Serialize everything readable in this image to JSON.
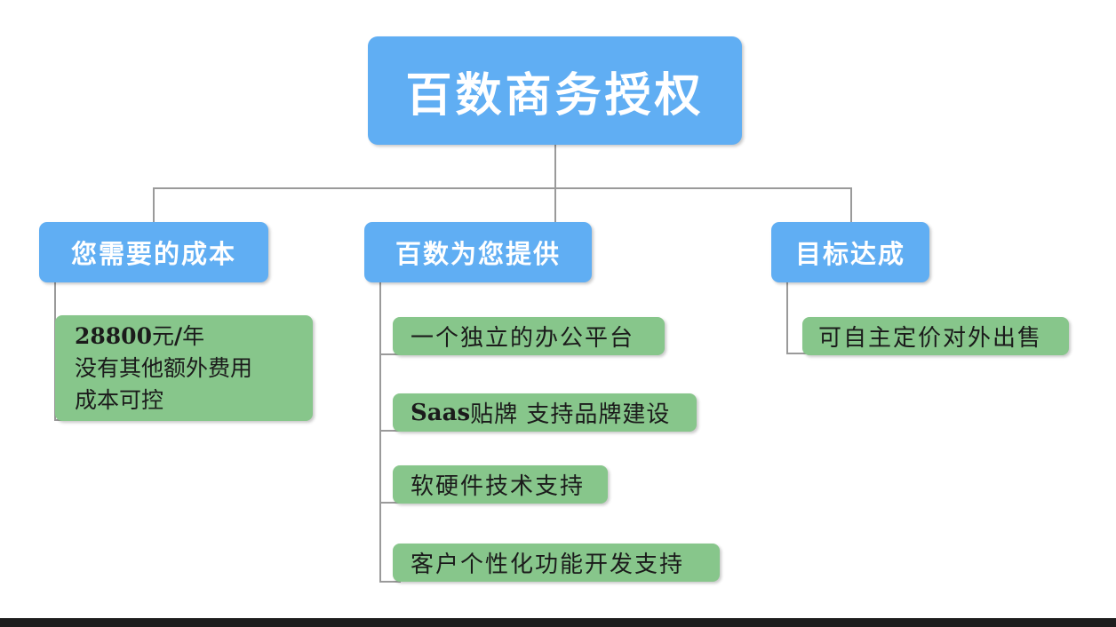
{
  "diagram": {
    "title": "百数商务授权",
    "colors": {
      "node_blue": "#60AEF3",
      "node_green": "#87C68B",
      "connector": "#9A9A9A",
      "blue_text": "#FFFFFF",
      "green_text": "#1B1B1B",
      "bottom_bar": "#1D1D1D"
    },
    "root": {
      "label": "百数商务授权"
    },
    "branches": [
      {
        "id": "cost",
        "label": "您需要的成本",
        "children": [
          {
            "id": "cost-detail",
            "lines": [
              {
                "price": "28800",
                "unit": "元",
                "slash": "/",
                "period": "年"
              },
              {
                "text": "没有其他额外费用"
              },
              {
                "text": "成本可控"
              }
            ]
          }
        ]
      },
      {
        "id": "provide",
        "label": "百数为您提供",
        "children": [
          {
            "id": "platform",
            "label": "一个独立的办公平台"
          },
          {
            "id": "saas",
            "bold_prefix": "Saas",
            "label": "贴牌 支持品牌建设"
          },
          {
            "id": "tech",
            "label": "软硬件技术支持"
          },
          {
            "id": "custom",
            "label": "客户个性化功能开发支持"
          }
        ]
      },
      {
        "id": "goal",
        "label": "目标达成",
        "children": [
          {
            "id": "sell",
            "label": "可自主定价对外出售"
          }
        ]
      }
    ]
  }
}
